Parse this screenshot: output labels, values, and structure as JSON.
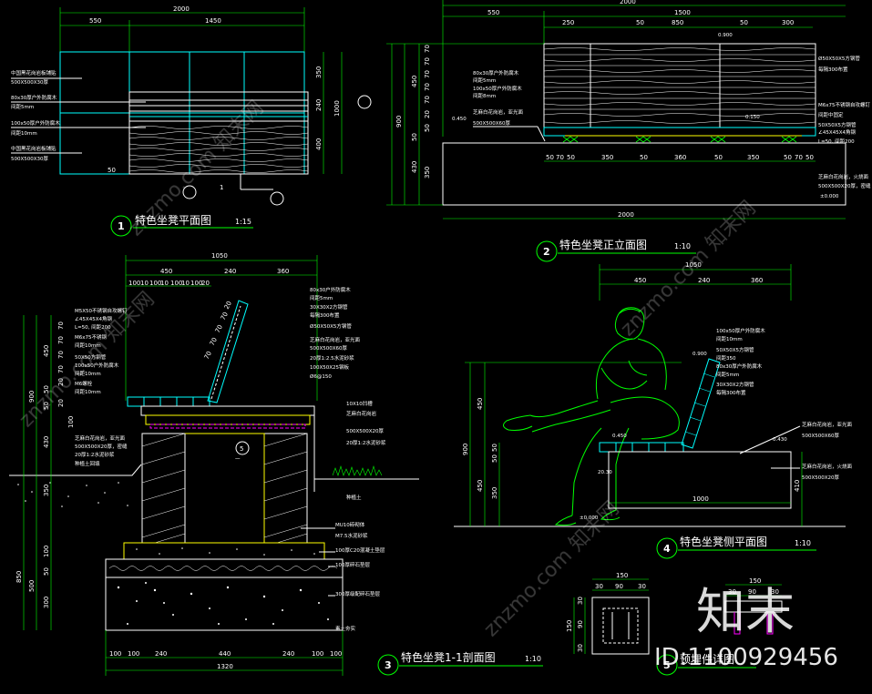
{
  "drawings": {
    "plan": {
      "number": "1",
      "title": "特色坐凳平面图",
      "scale": "1:15",
      "dims_top": [
        "2000",
        "550",
        "1450"
      ],
      "dims_right": [
        "350",
        "240",
        "1000",
        "400"
      ],
      "dims_small": [
        "50"
      ],
      "section_marker": "1",
      "notes": [
        "中国黑花岗岩板铺贴",
        "500X500X30厚",
        "80x30厚户外防腐木",
        "间距5mm",
        "100x50厚户外防腐木",
        "间距10mm",
        "中国黑花岗岩板铺贴",
        "500X500X30厚"
      ]
    },
    "front": {
      "number": "2",
      "title": "特色坐凳正立面图",
      "scale": "1:10",
      "dims_top": [
        "2000",
        "550",
        "1500",
        "250",
        "50",
        "850",
        "50",
        "300"
      ],
      "dims_left": [
        "70",
        "70",
        "70",
        "70",
        "70",
        "450",
        "900",
        "20",
        "50",
        "50",
        "430",
        "350"
      ],
      "dims_bottom": [
        "50",
        "70",
        "50",
        "350",
        "50",
        "360",
        "50",
        "350",
        "50",
        "70",
        "50",
        "2000"
      ],
      "levels": [
        "0.900",
        "0.450",
        "0.150",
        "±0.000"
      ],
      "notes": [
        "80x30厚户外防腐木",
        "间距5mm",
        "100x50厚户外防腐木",
        "间距8mm",
        "芝麻白花岗岩，亚光面",
        "500X500X60厚",
        "Ø50X50X5方钢管",
        "每隔300布置",
        "M6x75不锈钢自攻螺钉",
        "间距中固定",
        "50X50X5方钢管",
        "∠45X45X4角钢",
        "L=50, 间距200",
        "芝麻白花岗岩，火烧面",
        "500X500X20厚，密缝"
      ]
    },
    "section": {
      "number": "3",
      "title": "特色坐凳1-1剖面图",
      "scale": "1:10",
      "dims_top": [
        "1050",
        "450",
        "240",
        "360"
      ],
      "dims_top_small": [
        "100",
        "10",
        "100",
        "10",
        "100",
        "10",
        "100",
        "20"
      ],
      "dims_left": [
        "70",
        "70",
        "70",
        "70",
        "450",
        "900",
        "20",
        "50",
        "50",
        "100",
        "20",
        "430",
        "100",
        "50",
        "350",
        "850",
        "500",
        "300"
      ],
      "dims_bottom": [
        "100",
        "100",
        "240",
        "440",
        "240",
        "100",
        "100",
        "1320"
      ],
      "diag_dims": [
        "70",
        "70",
        "70",
        "70",
        "20"
      ],
      "notes_left": [
        "M5X50不锈钢自攻螺钉",
        "∠45X45X4角钢",
        "L=50, 间距200",
        "M6x75不锈钢",
        "间距10mm",
        "50X50方钢管",
        "100x50户外防腐木",
        "间距10mm",
        "M6螺栓",
        "间距10mm",
        "芝麻白花岗岩，亚光面",
        "500X500X20厚，密缝",
        "20厚1:2水泥砂浆",
        "种植土回填"
      ],
      "notes_right": [
        "80x30户外防腐木",
        "间距5mm",
        "30X30X2方钢管",
        "每隔300布置",
        "Ø50X50X5方钢管",
        "芝麻白花岗岩，亚光面",
        "500X500X60厚",
        "20厚1:2.5水泥砂浆",
        "100X50X25钢板",
        "Ø6@150",
        "10X10凹槽",
        "芝麻白花岗岩",
        "500X500X20厚",
        "20厚1:2水泥砂浆",
        "种植土",
        "MU10砖砌体",
        "M7.5水泥砂浆",
        "100厚C20混凝土垫层",
        "100厚碎石垫层",
        "300厚级配碎石垫层",
        "素土夯实"
      ],
      "marker": "5",
      "marker_small": "一"
    },
    "side": {
      "number": "4",
      "title": "特色坐凳侧平面图",
      "scale": "1:10",
      "dims_top": [
        "1050",
        "450",
        "240",
        "360"
      ],
      "dims_left": [
        "900",
        "450",
        "50",
        "50",
        "450",
        "350"
      ],
      "dims_bottom": [
        "1000"
      ],
      "dims_right": [
        "410"
      ],
      "levels": [
        "0.900",
        "0.450",
        "0.430",
        "±0.000"
      ],
      "notes": [
        "100x50厚户外防腐木",
        "间距10mm",
        "50X50X5方钢管",
        "间距350",
        "80x30厚户外防腐木",
        "间距5mm",
        "30X30X2方钢管",
        "每隔300布置",
        "芝麻白花岗岩，亚光面",
        "500X500X60厚",
        "芝麻白花岗岩，火烧面",
        "500X500X20厚"
      ],
      "level_left": "20.30"
    },
    "detail": {
      "number": "5",
      "title": "预埋件详图",
      "dims_top": [
        "150",
        "30",
        "90",
        "30"
      ],
      "dims_left": [
        "30",
        "90",
        "30",
        "150"
      ],
      "dims_top2": [
        "150",
        "30",
        "90",
        "30"
      ]
    }
  },
  "watermark": {
    "logo": "知末",
    "id_text": "ID:1100929456",
    "diagonal": "znzmo.com 知末网"
  }
}
